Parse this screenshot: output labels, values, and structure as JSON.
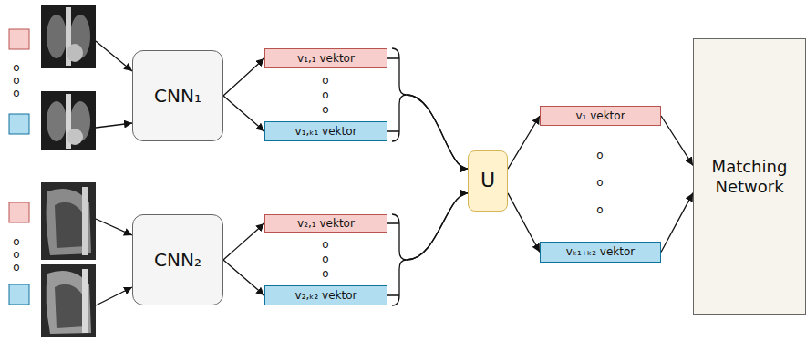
{
  "diagram": {
    "nodes": [
      {
        "text": [
          "CNN₁"
        ]
      },
      {
        "text": [
          "v₁,₁ vektor"
        ]
      },
      {
        "text": [
          "v₁,ₖ₁ vektor"
        ]
      },
      {
        "text": [
          "CNN₂"
        ]
      },
      {
        "text": [
          "v₂,₁ vektor"
        ]
      },
      {
        "text": [
          "v₂,ₖ₂ vektor"
        ]
      },
      {
        "text": [
          "U"
        ]
      },
      {
        "text": [
          "v₁ vektor"
        ]
      },
      {
        "text": [
          "vₖ₁₊ₖ₂ vektor"
        ]
      },
      {
        "text": [
          "Matching Network"
        ]
      }
    ],
    "edges": [
      {
        "from": 0,
        "to": 1,
        "arrow": "to"
      },
      {
        "from": 0,
        "to": 2,
        "arrow": "to"
      },
      {
        "from": 3,
        "to": 4,
        "arrow": "to"
      },
      {
        "from": 3,
        "to": 5,
        "arrow": "to"
      },
      {
        "from": 1,
        "to": 6,
        "arrow": "to"
      },
      {
        "from": 2,
        "to": 6,
        "arrow": "to"
      },
      {
        "from": 4,
        "to": 6,
        "arrow": "to"
      },
      {
        "from": 5,
        "to": 6,
        "arrow": "to"
      },
      {
        "from": 6,
        "to": 7,
        "arrow": "to"
      },
      {
        "from": 6,
        "to": 8,
        "arrow": "to"
      },
      {
        "from": 7,
        "to": 9,
        "arrow": "to"
      },
      {
        "from": 8,
        "to": 9,
        "arrow": "to"
      }
    ],
    "labels": [
      "o o o",
      "o o o",
      "o o o",
      "o o o",
      "o o o"
    ]
  }
}
